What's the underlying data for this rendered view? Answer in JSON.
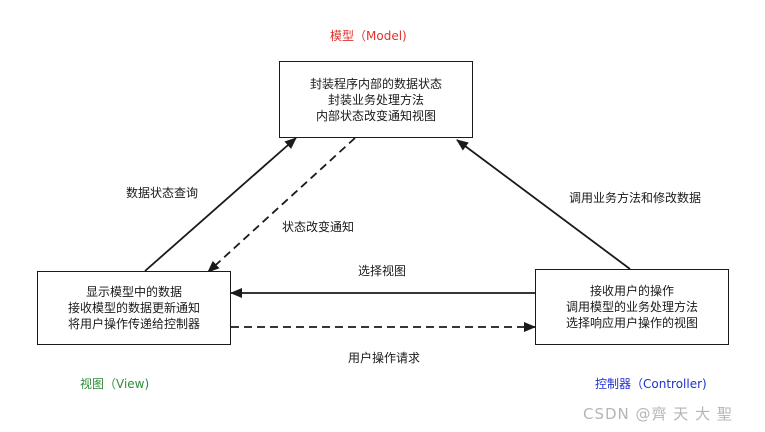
{
  "colors": {
    "model_title": "#e0322d",
    "view_title": "#2e8b3a",
    "controller_title": "#1f2fd0",
    "line": "#1a1a1a",
    "watermark": "#b5b5b5"
  },
  "model": {
    "title": "模型（Model)",
    "lines": [
      "封装程序内部的数据状态",
      "封装业务处理方法",
      "内部状态改变通知视图"
    ]
  },
  "view": {
    "title": "视图（View)",
    "lines": [
      "显示模型中的数据",
      "接收模型的数据更新通知",
      "将用户操作传递给控制器"
    ]
  },
  "controller": {
    "title": "控制器（Controller)",
    "lines": [
      "接收用户的操作",
      "调用模型的业务处理方法",
      "选择响应用户操作的视图"
    ]
  },
  "edges": {
    "view_to_model": "数据状态查询",
    "model_to_view": "状态改变通知",
    "controller_to_model": "调用业务方法和修改数据",
    "controller_to_view": "选择视图",
    "view_to_controller": "用户操作请求"
  },
  "watermark": "CSDN @齊 天 大 聖"
}
